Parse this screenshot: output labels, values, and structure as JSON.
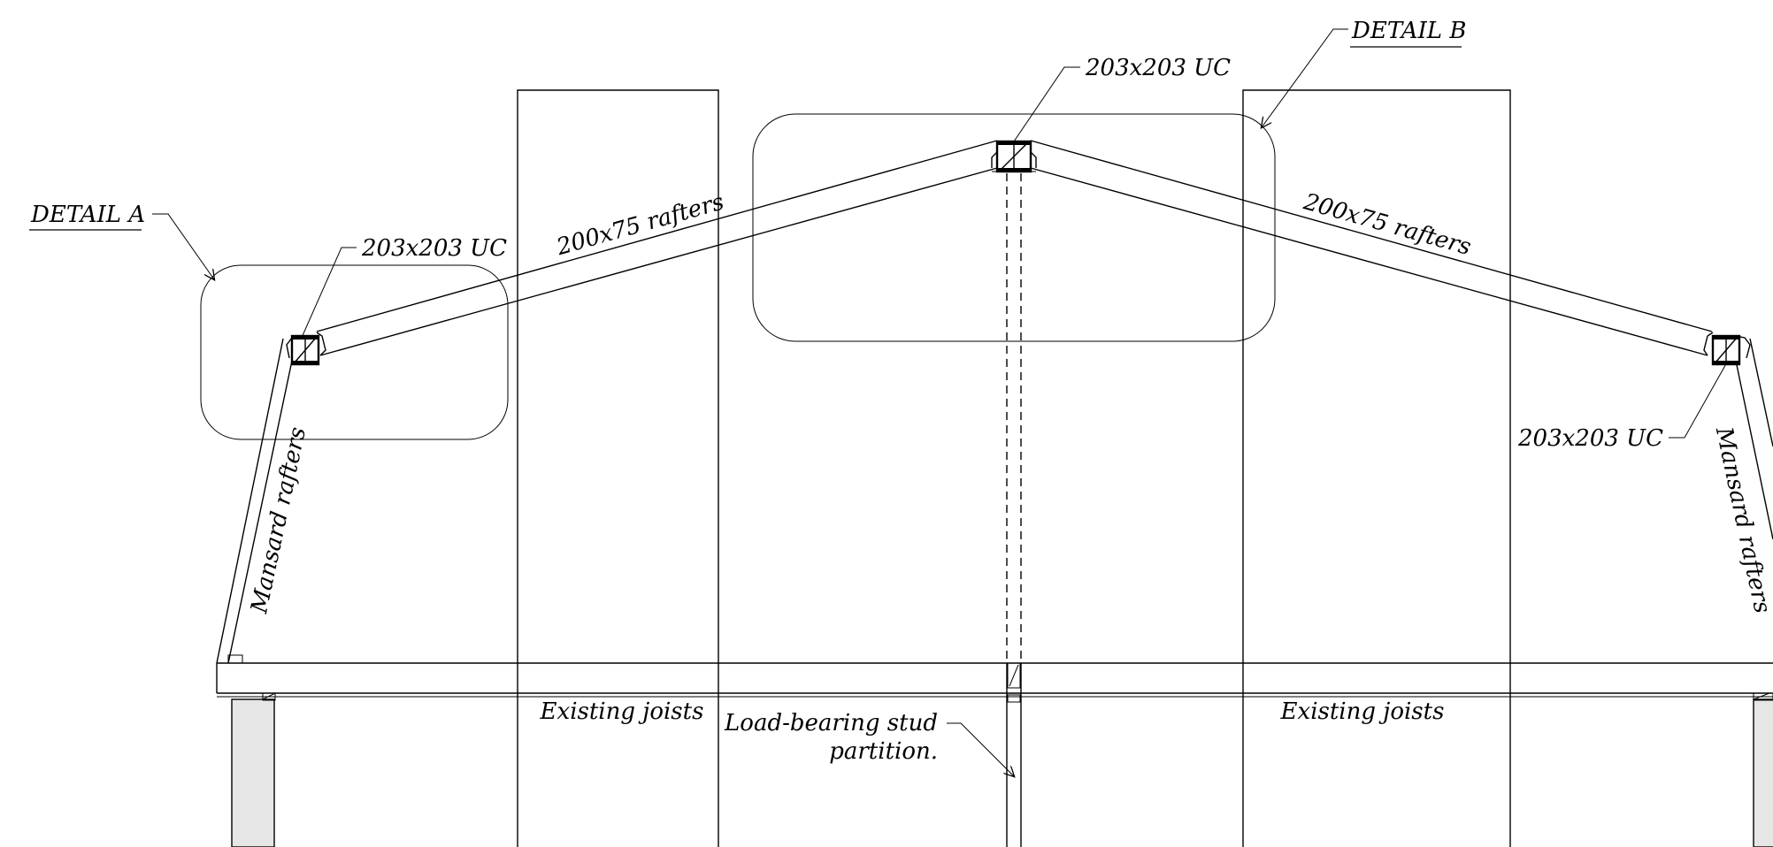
{
  "drawing": {
    "labels": {
      "detail_a": "DETAIL A",
      "detail_b": "DETAIL B",
      "uc_top": "203x203 UC",
      "uc_left": "203x203 UC",
      "uc_right": "203x203 UC",
      "rafters_left": "200x75 rafters",
      "rafters_right": "200x75 rafters",
      "mansard_left": "Mansard rafters",
      "mansard_right": "Mansard rafters",
      "joists_left": "Existing joists",
      "joists_right": "Existing joists",
      "partition_line1": "Load-bearing stud",
      "partition_line2": "partition."
    },
    "colors": {
      "line": "#000000",
      "wall_fill": "#e6e6e6",
      "background": "#ffffff"
    }
  }
}
